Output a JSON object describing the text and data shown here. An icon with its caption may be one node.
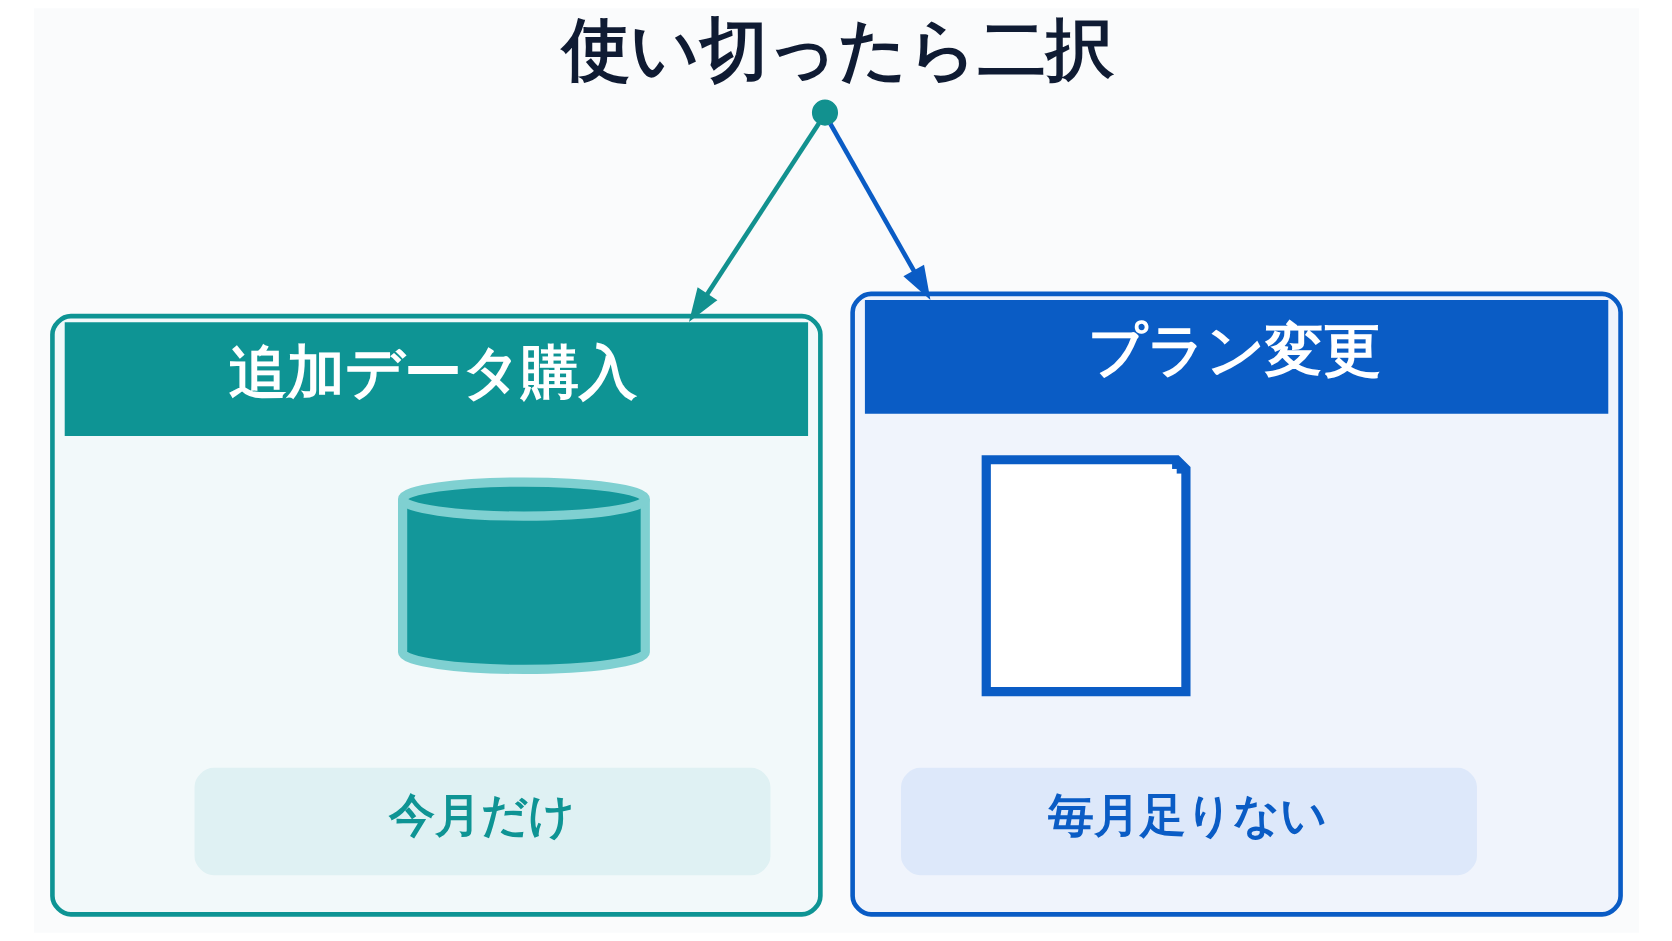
{
  "diagram": {
    "title": "使い切ったら二択",
    "nodes": [
      {
        "text": [],
        "shape": "circle"
      },
      {
        "text": [
          "追加データ購入"
        ]
      },
      {
        "text": [],
        "shape": "cylinder",
        "in": 1
      },
      {
        "text": [
          "今月だけ"
        ],
        "in": 1
      },
      {
        "text": [
          "プラン変更"
        ]
      },
      {
        "text": [],
        "shape": "document",
        "in": 4
      },
      {
        "text": [
          "毎月足りない"
        ],
        "in": 4
      }
    ],
    "edges": [
      {
        "from": 0,
        "to": 1,
        "arrow": "to",
        "color": "#12918f"
      },
      {
        "from": 0,
        "to": 4,
        "arrow": "to",
        "color": "#0a5cc5"
      }
    ]
  }
}
